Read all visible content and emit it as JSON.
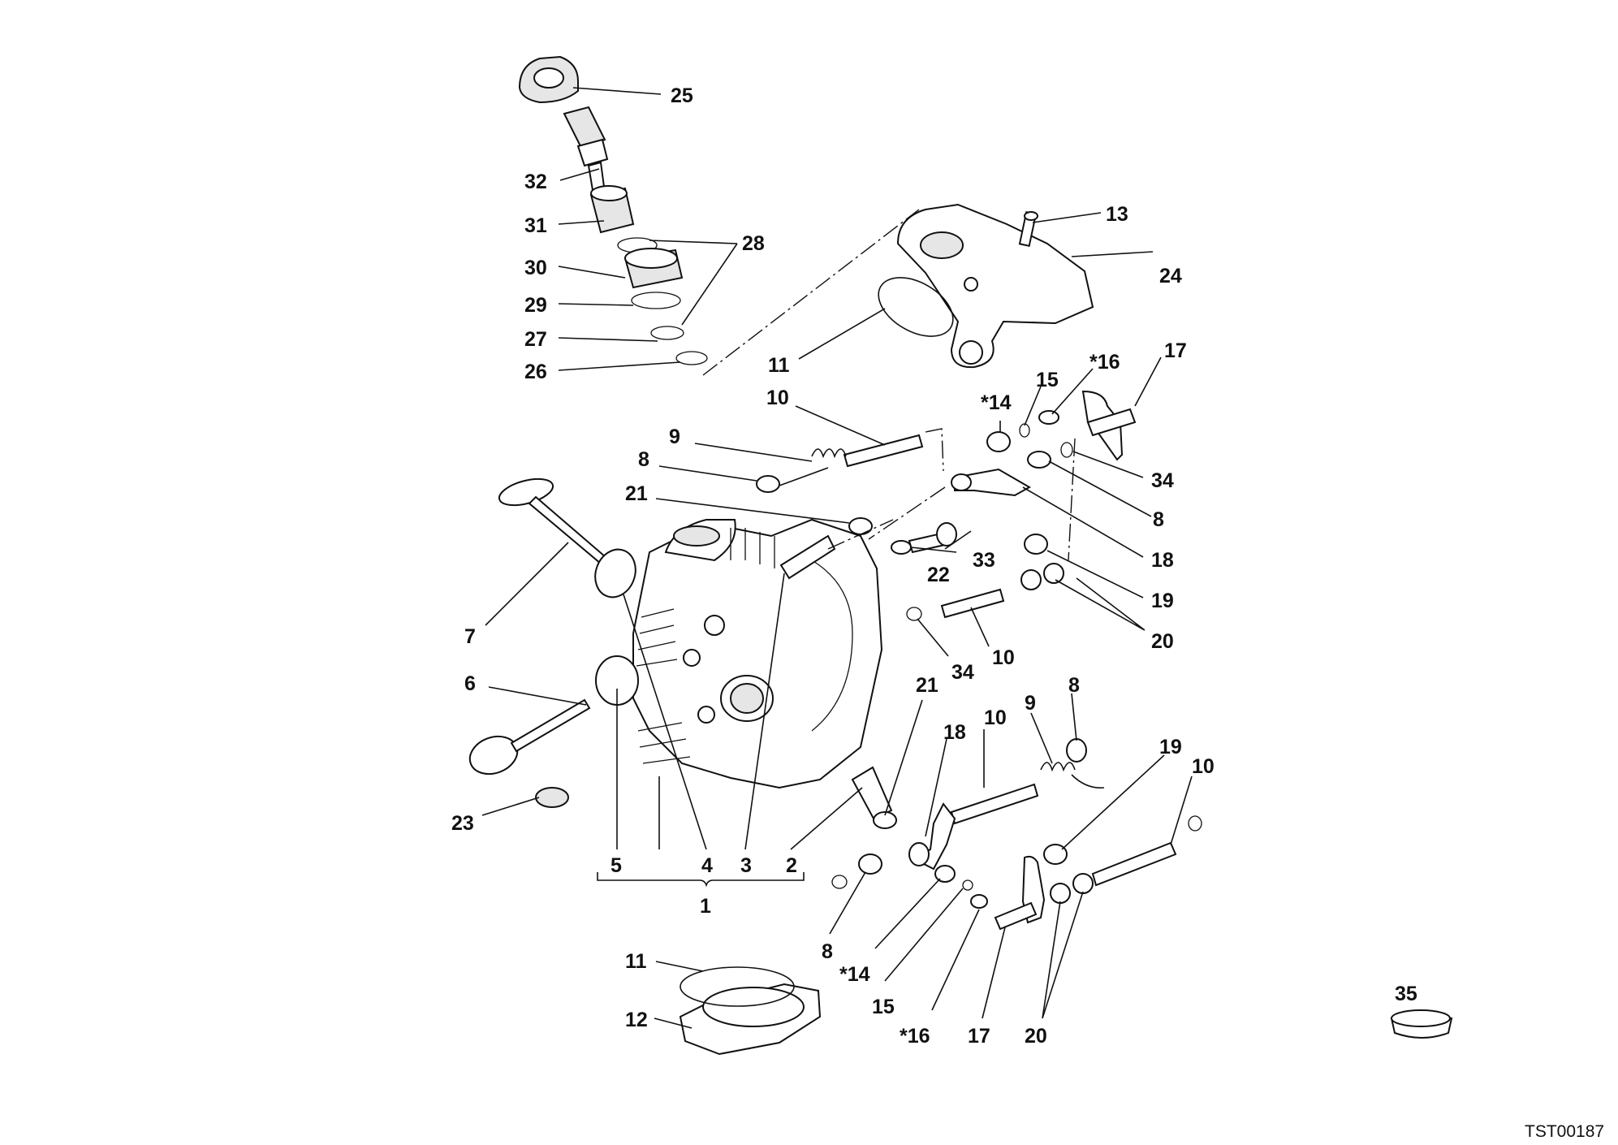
{
  "callouts": [
    "25",
    "32",
    "31",
    "30",
    "29",
    "27",
    "26",
    "28",
    "13",
    "24",
    "11",
    "17",
    "*16",
    "15",
    "*14",
    "10",
    "9",
    "8",
    "34",
    "8",
    "21",
    "18",
    "33",
    "22",
    "19",
    "20",
    "7",
    "10",
    "34",
    "6",
    "21",
    "18",
    "10",
    "9",
    "8",
    "19",
    "10",
    "23",
    "5",
    "4",
    "3",
    "2",
    "1",
    "8",
    "*14",
    "15",
    "*16",
    "17",
    "20",
    "11",
    "12",
    "35"
  ],
  "drawing_code": "TST00187"
}
